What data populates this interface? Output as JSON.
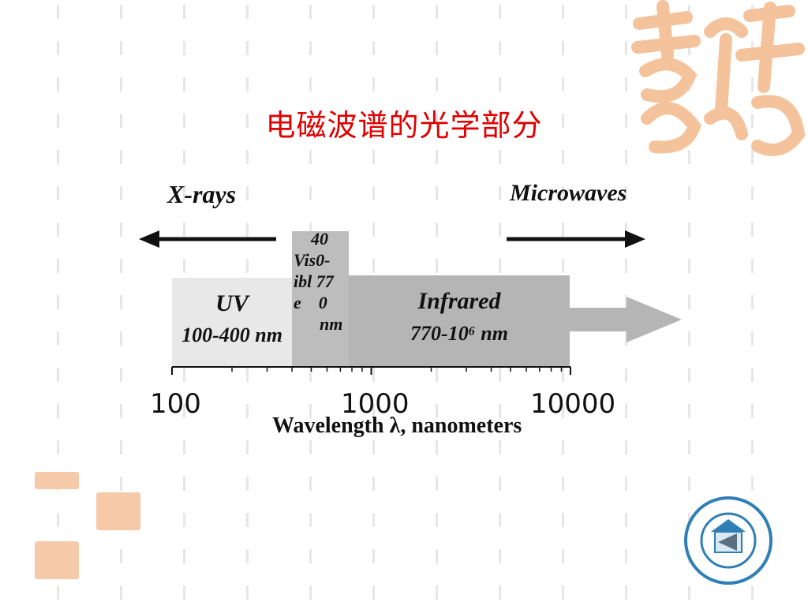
{
  "slide": {
    "title": "电磁波谱的光学部分"
  },
  "spectrum": {
    "left_arrow_label": "X-rays",
    "right_arrow_label": "Microwaves",
    "uv": {
      "name": "UV",
      "range": "100-400 nm"
    },
    "visible": {
      "text": "    40\nVis0-\nibl 77\ne    0\n      nm"
    },
    "infrared": {
      "name": "Infrared",
      "range": "770-10⁶ nm"
    },
    "axis": {
      "scale": "log",
      "range": [
        100,
        10000
      ],
      "tick_labels": [
        "100",
        "1000",
        "10000"
      ],
      "xlabel": "Wavelength λ, nanometers"
    },
    "band_bounds_nm": {
      "uv": [
        100,
        400
      ],
      "visible": [
        400,
        770
      ],
      "infrared": [
        770,
        10000
      ]
    }
  },
  "icons": {
    "back": "triangle-left-icon",
    "emblem": "institute-emblem-icon",
    "decoration": "calligraphy-seal-icon"
  },
  "colors": {
    "title": "#e00000",
    "uv_band": "#e8e8e8",
    "visible_band": "#bdbdbd",
    "infrared_band": "#b5b5b5",
    "seal": "#f6c9a8"
  }
}
